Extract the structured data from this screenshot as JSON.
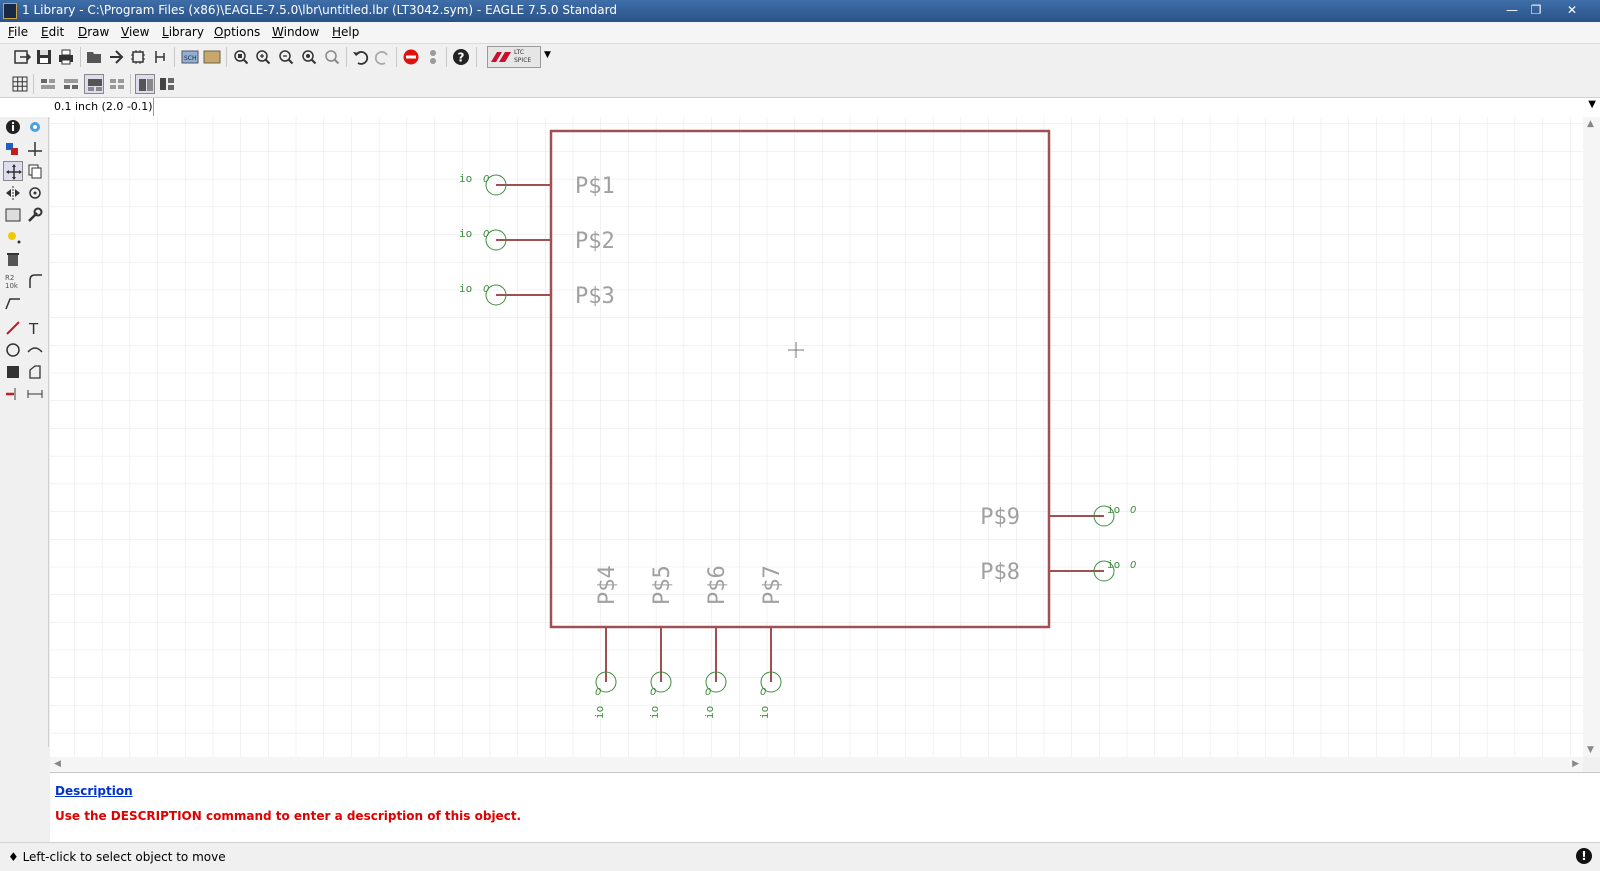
{
  "window": {
    "title": "1 Library - C:\\Program Files (x86)\\EAGLE-7.5.0\\lbr\\untitled.lbr (LT3042.sym) - EAGLE 7.5.0 Standard",
    "controls": [
      "minimize-icon",
      "restore-icon",
      "close-icon"
    ]
  },
  "menu": [
    "File",
    "Edit",
    "Draw",
    "View",
    "Library",
    "Options",
    "Window",
    "Help"
  ],
  "toolbar": {
    "ltspice_label_1": "LTC",
    "ltspice_label_2": "SPICE"
  },
  "cmdbar": {
    "coord": "0.1 inch (2.0 -0.1)",
    "command": ""
  },
  "symbol": {
    "outline_color": "#a05050",
    "pin_color": "#3c8c3c",
    "text_color": "#a0a0a0",
    "pin_function": "io",
    "pin_zero": "0",
    "pins_left": [
      "P$1",
      "P$2",
      "P$3"
    ],
    "pins_bottom": [
      "P$4",
      "P$5",
      "P$6",
      "P$7"
    ],
    "pins_right": [
      "P$9",
      "P$8"
    ]
  },
  "description": {
    "title": "Description",
    "text": "Use the DESCRIPTION command to enter a description of this object."
  },
  "status": {
    "text": "♦ Left-click to select object to move"
  }
}
